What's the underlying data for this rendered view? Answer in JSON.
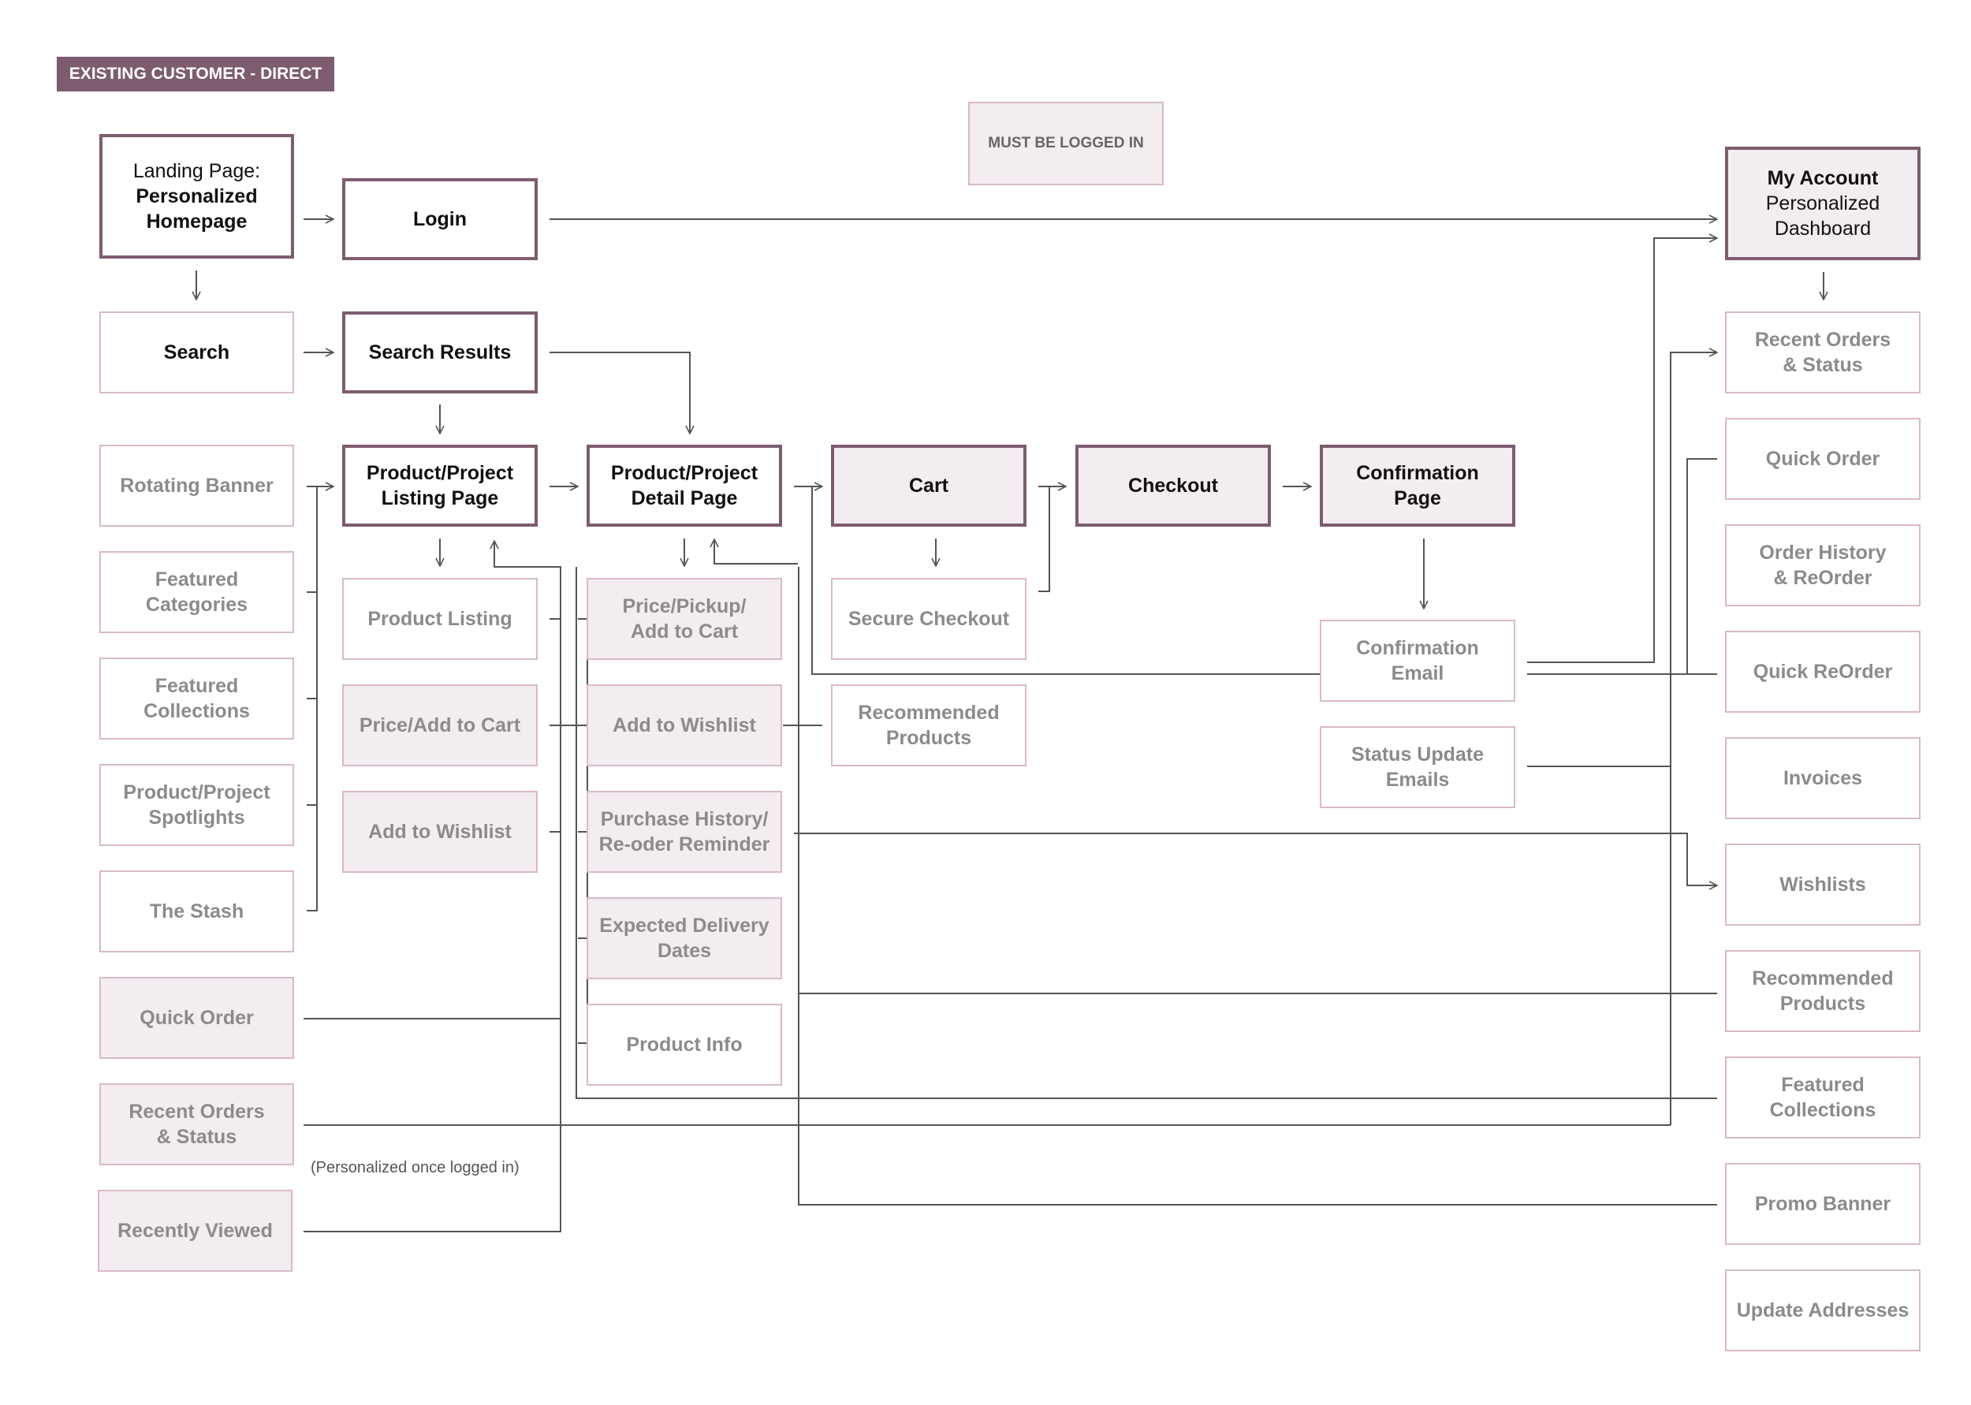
{
  "header": {
    "badge": "EXISTING CUSTOMER - DIRECT"
  },
  "legend": {
    "label": "MUST BE LOGGED IN"
  },
  "note": {
    "lines": [
      "(Personalized",
      "once logged in)"
    ]
  },
  "column_home": {
    "landing": {
      "prefix": "Landing Page:",
      "lines": [
        "Personalized",
        "Homepage"
      ]
    },
    "search": "Search",
    "rotating_banner": "Rotating Banner",
    "featured_categories": [
      "Featured",
      "Categories"
    ],
    "featured_collections": [
      "Featured",
      "Collections"
    ],
    "product_project_spotlights": [
      "Product/Project",
      "Spotlights"
    ],
    "the_stash": "The Stash",
    "quick_order": "Quick Order",
    "recent_orders_status": [
      "Recent Orders",
      "& Status"
    ],
    "recently_viewed": "Recently Viewed"
  },
  "column_listing": {
    "login": "Login",
    "search_results": "Search Results",
    "listing_page": [
      "Product/Project",
      "Listing Page"
    ],
    "product_listing": "Product Listing",
    "price_add_to_cart": "Price/Add to Cart",
    "add_to_wishlist": "Add to Wishlist"
  },
  "column_detail": {
    "detail_page": [
      "Product/Project",
      "Detail Page"
    ],
    "price_pickup_add_to_cart": [
      "Price/Pickup/",
      "Add to Cart"
    ],
    "add_to_wishlist": "Add to Wishlist",
    "purchase_history": [
      "Purchase History/",
      "Re-oder Reminder"
    ],
    "expected_delivery": [
      "Expected Delivery",
      "Dates"
    ],
    "product_info": "Product Info"
  },
  "column_cart": {
    "cart": "Cart",
    "secure_checkout": "Secure Checkout",
    "recommended_products": [
      "Recommended",
      "Products"
    ]
  },
  "column_checkout": {
    "checkout": "Checkout"
  },
  "column_confirmation": {
    "confirmation_page": [
      "Confirmation",
      "Page"
    ],
    "confirmation_email": [
      "Confirmation",
      "Email"
    ],
    "status_update_emails": [
      "Status Update",
      "Emails"
    ]
  },
  "column_account": {
    "dashboard": {
      "title": "My Account",
      "lines": [
        "Personalized",
        "Dashboard"
      ]
    },
    "recent_orders_status": [
      "Recent Orders",
      "& Status"
    ],
    "quick_order": "Quick Order",
    "order_history_reorder": [
      "Order History",
      "& ReOrder"
    ],
    "quick_reorder": "Quick ReOrder",
    "invoices": "Invoices",
    "wishlists": "Wishlists",
    "recommended_products": [
      "Recommended",
      "Products"
    ],
    "featured_collections": [
      "Featured",
      "Collections"
    ],
    "promo_banner": "Promo Banner",
    "update_addresses": "Update Addresses"
  }
}
